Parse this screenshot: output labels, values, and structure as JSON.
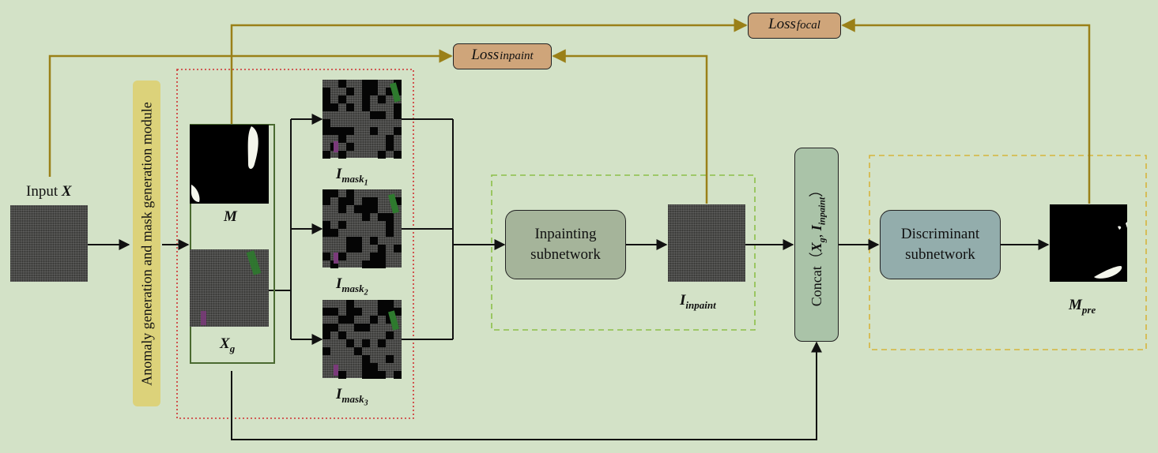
{
  "input": {
    "prefix": "Input ",
    "var": "X"
  },
  "module": {
    "label": "Anomaly generation and mask generation module"
  },
  "labels": {
    "M": "M",
    "Xg": {
      "main": "X",
      "sub": "g"
    },
    "Imask1": {
      "main": "I",
      "sub": "mask",
      "subsub": "1"
    },
    "Imask2": {
      "main": "I",
      "sub": "mask",
      "subsub": "2"
    },
    "Imask3": {
      "main": "I",
      "sub": "mask",
      "subsub": "3"
    },
    "Iinpaint": {
      "main": "I",
      "sub": "inpaint"
    },
    "Mpre": {
      "main": "M",
      "sub": "pre"
    }
  },
  "nodes": {
    "inpainting": {
      "line1": "Inpainting",
      "line2": "subnetwork"
    },
    "discriminant": {
      "line1": "Discriminant",
      "line2": "subnetwork"
    },
    "concat": {
      "prefix": "Concat（",
      "x": "X",
      "xsub": "g",
      "sep": ", ",
      "i": "I",
      "isub": "inpaint",
      "suffix": "）"
    }
  },
  "losses": {
    "inpaint": {
      "main": "Loss",
      "sub": "inpaint"
    },
    "focal": {
      "main": "Loss",
      "sub": "focal"
    }
  },
  "colors": {
    "background": "#d3e2c7",
    "loss_arrow": "#9a8018",
    "loss_box": "#cfa57a",
    "module_bar": "#dcd27a",
    "inpainting_node": "#a5b49a",
    "discriminant_node": "#93adac",
    "concat_node": "#aac3a8",
    "red_dotted": "#d03030",
    "green_dashed": "#8cbf48",
    "yellow_dashed": "#d6b43c"
  }
}
